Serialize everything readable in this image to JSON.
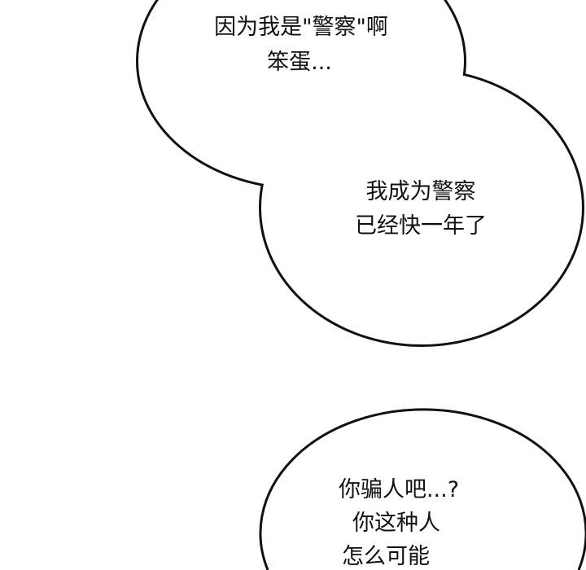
{
  "bubbles": [
    {
      "lines": [
        "因为我是\"警察\"啊",
        "笨蛋..."
      ]
    },
    {
      "lines": [
        "我成为警察",
        "已经快一年了"
      ]
    },
    {
      "lines": [
        "你骗人吧...?",
        "你这种人",
        "怎么可能"
      ]
    }
  ],
  "colors": {
    "background": "#ffffff",
    "outline": "#111111",
    "text": "#111111"
  }
}
